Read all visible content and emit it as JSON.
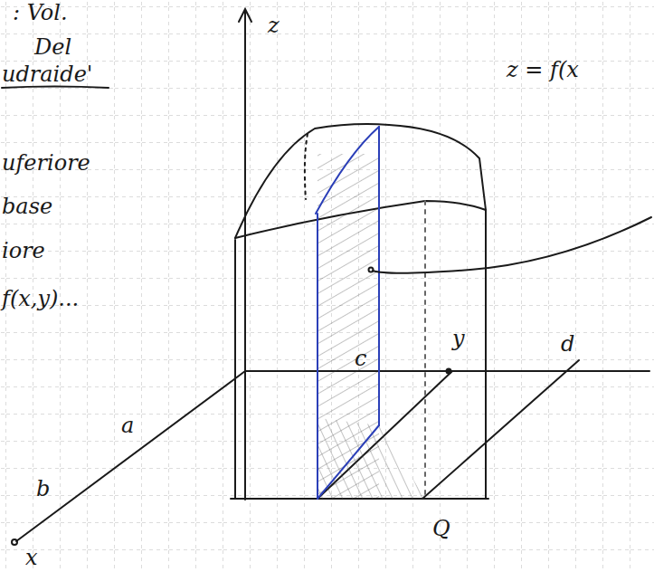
{
  "diagram": {
    "labels": [
      ": Vol.",
      "Del",
      "udraide'",
      "uferiore",
      "base",
      "iore",
      "f(x,y)...",
      "z",
      "z = f(x",
      "y",
      "d",
      "c",
      "a",
      "b",
      "Q",
      "x"
    ]
  }
}
